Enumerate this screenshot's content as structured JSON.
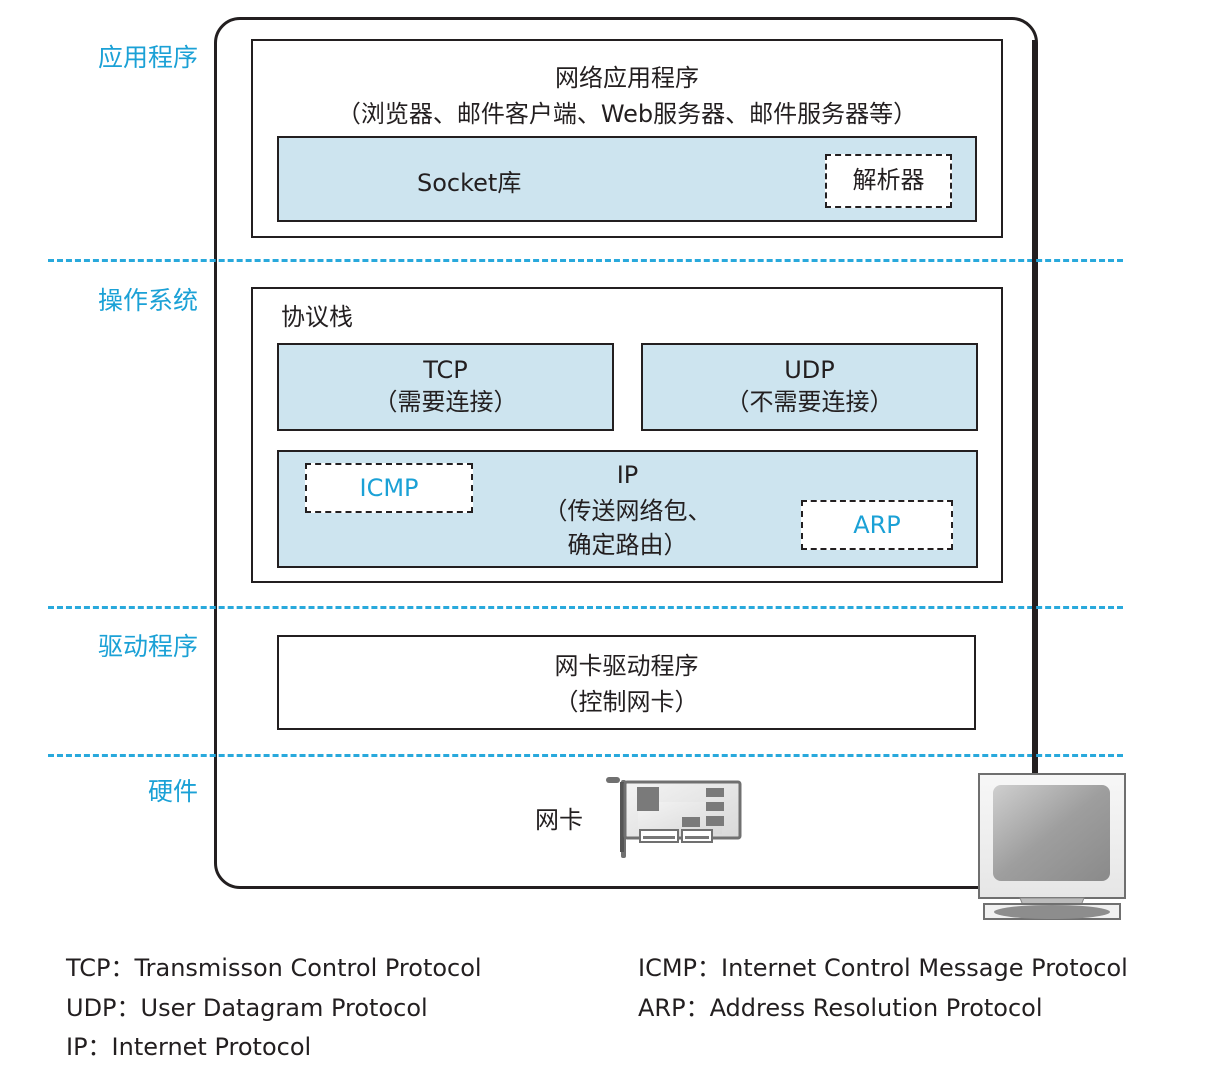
{
  "layers": {
    "application": "应用程序",
    "os": "操作系统",
    "driver": "驱动程序",
    "hardware": "硬件"
  },
  "app_box": {
    "title": "网络应用程序",
    "subtitle": "（浏览器、邮件客户端、Web服务器、邮件服务器等）",
    "socket_label": "Socket库",
    "resolver_label": "解析器"
  },
  "stack_box": {
    "title": "协议栈",
    "tcp": {
      "name": "TCP",
      "desc": "（需要连接）"
    },
    "udp": {
      "name": "UDP",
      "desc": "（不需要连接）"
    },
    "ip": {
      "name": "IP",
      "desc_line1": "（传送网络包、",
      "desc_line2": "确定路由）"
    },
    "icmp": "ICMP",
    "arp": "ARP"
  },
  "driver_box": {
    "title": "网卡驱动程序",
    "subtitle": "（控制网卡）"
  },
  "hardware": {
    "nic_label": "网卡",
    "nic_icon": "network-card-icon",
    "monitor_icon": "computer-monitor-icon"
  },
  "legend": {
    "left": [
      "TCP：Transmisson Control Protocol",
      "UDP：User Datagram Protocol",
      "IP：Internet Protocol"
    ],
    "right": [
      "ICMP：Internet Control Message Protocol",
      "ARP：Address Resolution Protocol"
    ]
  },
  "colors": {
    "accent": "#1ba1d6",
    "box_fill": "#cde4ef",
    "line": "#231f20"
  }
}
